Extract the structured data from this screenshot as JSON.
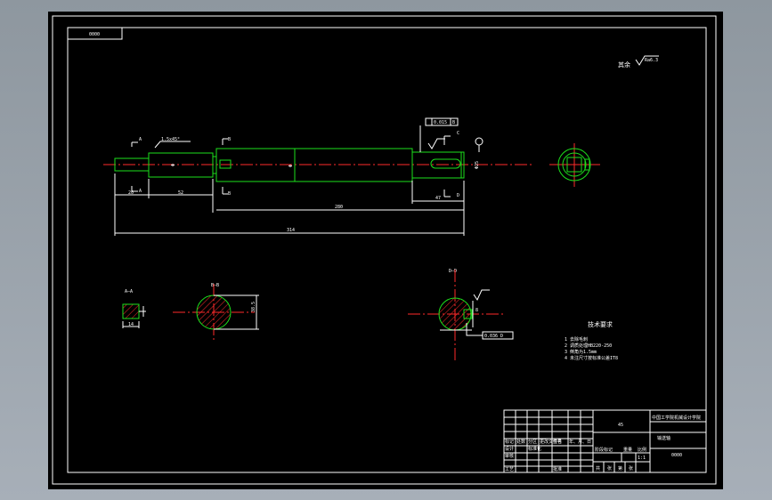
{
  "drawing": {
    "stamp_label": "0000",
    "roughness_note": "其余",
    "roughness_value": "Ra6.3",
    "tolerance_frame": [
      "",
      "0.015",
      "B"
    ],
    "shaft": {
      "overall_length": "314",
      "body_length": "280",
      "left_step": "20",
      "left_journal": "52",
      "right_key_section": "47",
      "chamfer": "1.5x45°",
      "dia_left": "Φ",
      "dia_mid": "Φ",
      "dia_right": "Φ25"
    },
    "section_markers": {
      "a": "A",
      "b": "B",
      "c": "C",
      "d": "D"
    },
    "views": {
      "aa_title": "A—A",
      "aa_dim": "14",
      "bb_title": "B—B",
      "bb_dim": "38.5",
      "dd_title": "D—D",
      "dd_dim": "8",
      "dd_frame": "0.036 D"
    }
  },
  "requirements": {
    "title": "技术要求",
    "items": [
      "1 去除毛刺",
      "2 调质处理HB220-250",
      "3 倒角为1.5mm",
      "4 未注尺寸按标准公差IT8"
    ]
  },
  "title_block": {
    "material": "45",
    "school": "中国工学院机械设计学院",
    "part_name": "输送轴",
    "drawing_no": "0000",
    "scale": "1:1",
    "left_row1": [
      "标记",
      "处数",
      "分区",
      "更改文件号",
      "签名",
      "年、月、日"
    ],
    "left_row2": [
      "设计",
      "",
      "标准化",
      "",
      "阶段标记",
      "重量",
      "比例"
    ],
    "left_row3": [
      "审核",
      ""
    ],
    "left_row4": [
      "工艺",
      "",
      "批准",
      ""
    ],
    "bottom_row": [
      "共",
      "张",
      "第",
      "张"
    ]
  }
}
